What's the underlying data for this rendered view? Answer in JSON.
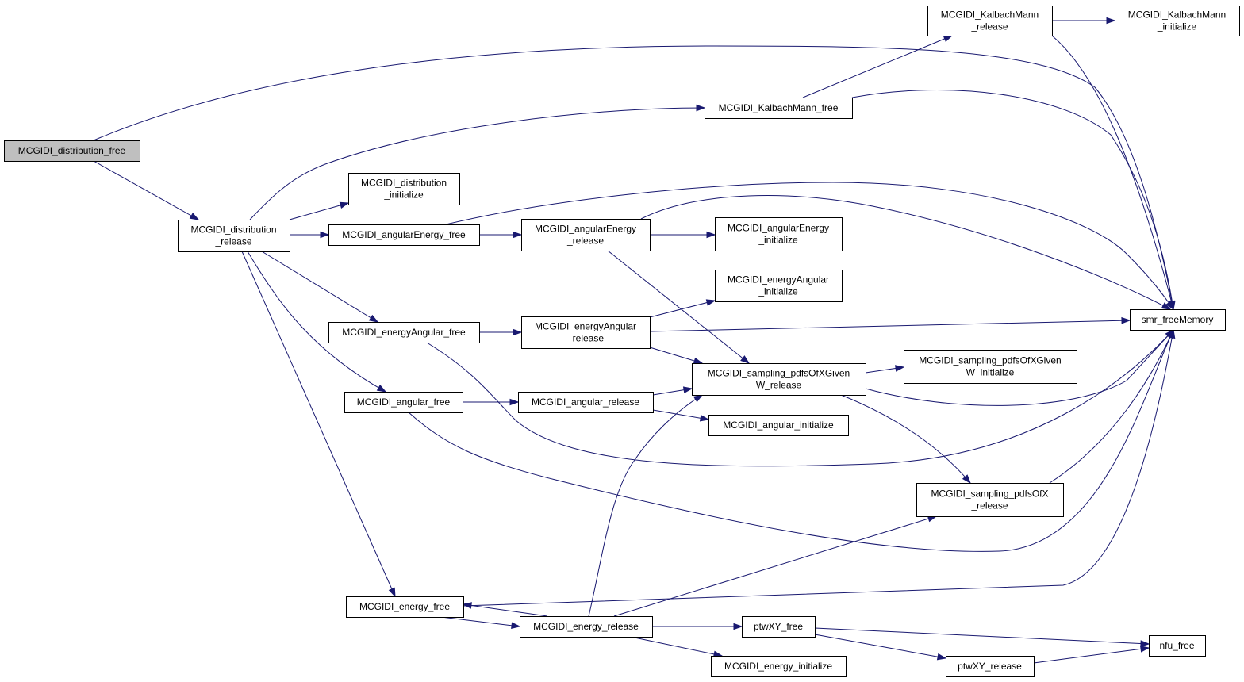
{
  "graph": {
    "nodes": [
      {
        "id": "dist_free",
        "lines": [
          "MCGIDI_distribution_free"
        ],
        "highlight": true
      },
      {
        "id": "dist_release",
        "lines": [
          "MCGIDI_distribution",
          "_release"
        ]
      },
      {
        "id": "dist_init",
        "lines": [
          "MCGIDI_distribution",
          "_initialize"
        ]
      },
      {
        "id": "km_release",
        "lines": [
          "MCGIDI_KalbachMann",
          "_release"
        ]
      },
      {
        "id": "km_init",
        "lines": [
          "MCGIDI_KalbachMann",
          "_initialize"
        ]
      },
      {
        "id": "km_free",
        "lines": [
          "MCGIDI_KalbachMann_free"
        ]
      },
      {
        "id": "ae_free",
        "lines": [
          "MCGIDI_angularEnergy_free"
        ]
      },
      {
        "id": "ae_release",
        "lines": [
          "MCGIDI_angularEnergy",
          "_release"
        ]
      },
      {
        "id": "ae_init",
        "lines": [
          "MCGIDI_angularEnergy",
          "_initialize"
        ]
      },
      {
        "id": "smr_free",
        "lines": [
          "smr_freeMemory"
        ]
      },
      {
        "id": "ea_init",
        "lines": [
          "MCGIDI_energyAngular",
          "_initialize"
        ]
      },
      {
        "id": "ea_free",
        "lines": [
          "MCGIDI_energyAngular_free"
        ]
      },
      {
        "id": "ea_release",
        "lines": [
          "MCGIDI_energyAngular",
          "_release"
        ]
      },
      {
        "id": "sxw_release",
        "lines": [
          "MCGIDI_sampling_pdfsOfXGiven",
          "W_release"
        ]
      },
      {
        "id": "sxw_init",
        "lines": [
          "MCGIDI_sampling_pdfsOfXGiven",
          "W_initialize"
        ]
      },
      {
        "id": "ang_free",
        "lines": [
          "MCGIDI_angular_free"
        ]
      },
      {
        "id": "ang_release",
        "lines": [
          "MCGIDI_angular_release"
        ]
      },
      {
        "id": "ang_init",
        "lines": [
          "MCGIDI_angular_initialize"
        ]
      },
      {
        "id": "sx_release",
        "lines": [
          "MCGIDI_sampling_pdfsOfX",
          "_release"
        ]
      },
      {
        "id": "en_free",
        "lines": [
          "MCGIDI_energy_free"
        ]
      },
      {
        "id": "en_release",
        "lines": [
          "MCGIDI_energy_release"
        ]
      },
      {
        "id": "ptw_free",
        "lines": [
          "ptwXY_free"
        ]
      },
      {
        "id": "nfu_free",
        "lines": [
          "nfu_free"
        ]
      },
      {
        "id": "en_init",
        "lines": [
          "MCGIDI_energy_initialize"
        ]
      },
      {
        "id": "ptw_release",
        "lines": [
          "ptwXY_release"
        ]
      }
    ],
    "edges": [
      [
        "dist_free",
        "smr_free"
      ],
      [
        "dist_free",
        "dist_release"
      ],
      [
        "dist_release",
        "km_free"
      ],
      [
        "dist_release",
        "dist_init"
      ],
      [
        "dist_release",
        "ae_free"
      ],
      [
        "dist_release",
        "ea_free"
      ],
      [
        "dist_release",
        "ang_free"
      ],
      [
        "dist_release",
        "en_free"
      ],
      [
        "km_free",
        "km_release"
      ],
      [
        "km_free",
        "smr_free"
      ],
      [
        "km_release",
        "km_init"
      ],
      [
        "km_release",
        "smr_free"
      ],
      [
        "ae_free",
        "ae_release"
      ],
      [
        "ae_free",
        "smr_free"
      ],
      [
        "ae_release",
        "ae_init"
      ],
      [
        "ae_release",
        "smr_free"
      ],
      [
        "ae_release",
        "sxw_release"
      ],
      [
        "ea_free",
        "ea_release"
      ],
      [
        "ea_free",
        "smr_free"
      ],
      [
        "ea_release",
        "ea_init"
      ],
      [
        "ea_release",
        "smr_free"
      ],
      [
        "ea_release",
        "sxw_release"
      ],
      [
        "sxw_release",
        "sxw_init"
      ],
      [
        "sxw_release",
        "smr_free"
      ],
      [
        "sxw_release",
        "sx_release"
      ],
      [
        "ang_free",
        "ang_release"
      ],
      [
        "ang_free",
        "smr_free"
      ],
      [
        "ang_release",
        "sxw_release"
      ],
      [
        "ang_release",
        "ang_init"
      ],
      [
        "sx_release",
        "smr_free"
      ],
      [
        "en_free",
        "en_release"
      ],
      [
        "en_release",
        "en_free"
      ],
      [
        "en_release",
        "sxw_release"
      ],
      [
        "en_release",
        "sx_release"
      ],
      [
        "en_release",
        "ptw_free"
      ],
      [
        "en_release",
        "en_init"
      ],
      [
        "en_release",
        "smr_free"
      ],
      [
        "ptw_free",
        "nfu_free"
      ],
      [
        "ptw_free",
        "ptw_release"
      ],
      [
        "ptw_release",
        "nfu_free"
      ]
    ]
  }
}
